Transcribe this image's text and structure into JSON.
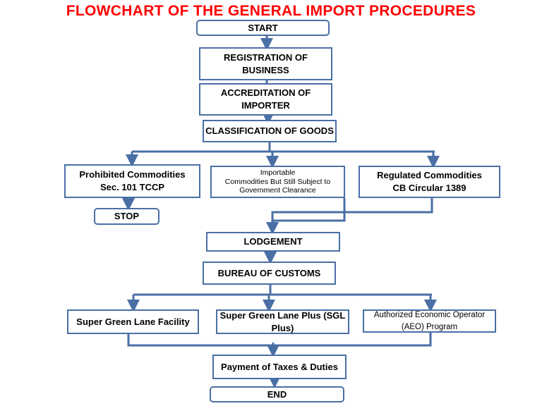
{
  "title": "FLOWCHART OF THE GENERAL IMPORT PROCEDURES",
  "colors": {
    "title": "#ff0000",
    "box_border": "#4a6fa5",
    "connector": "#4a6fa5"
  },
  "steps": {
    "start": "START",
    "registration": "REGISTRATION OF\nBUSINESS",
    "accreditation": "ACCREDITATION OF\nIMPORTER",
    "classification": "CLASSIFICATION OF GOODS",
    "prohibited": "Prohibited Commodities\nSec. 101 TCCP",
    "importable": "Importable\nCommodities  But Still  Subject to\nGovernment Clearance",
    "regulated": "Regulated Commodities\nCB Circular 1389",
    "stop": "STOP",
    "lodgement": "LODGEMENT",
    "bureau": "BUREAU OF CUSTOMS",
    "super_green": "Super Green Lane Facility",
    "sgl_plus": "Super Green Lane Plus (SGL\nPlus)",
    "aeo": "Authorized Economic Operator\n(AEO) Program",
    "payment": "Payment of Taxes & Duties",
    "end": "END"
  }
}
